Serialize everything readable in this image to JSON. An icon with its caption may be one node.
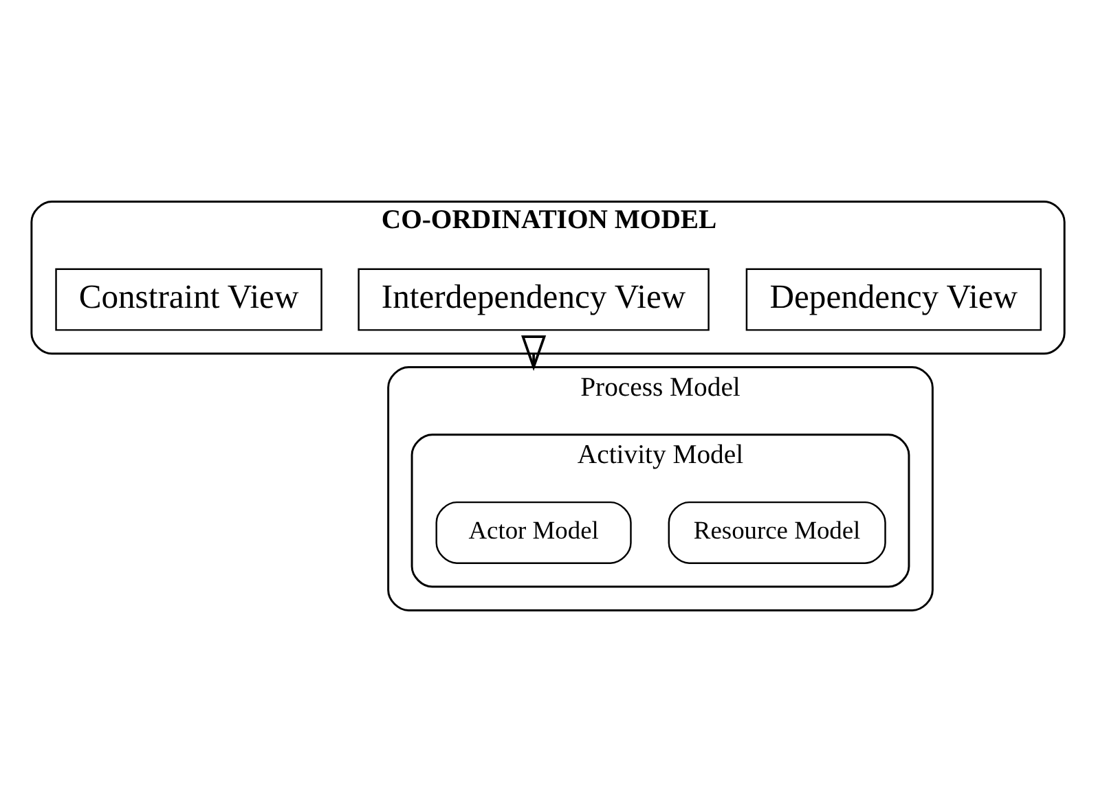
{
  "diagram": {
    "nodes": [
      {
        "text": [
          "CO-ORDINATION MODEL"
        ]
      },
      {
        "text": [
          "Dependency View"
        ],
        "in": 0
      },
      {
        "text": [
          "Interdependency View"
        ],
        "in": 0
      },
      {
        "text": [
          "Constraint View"
        ],
        "in": 0
      },
      {
        "text": [
          "Process Model"
        ]
      },
      {
        "text": [
          "Activity Model"
        ],
        "in": 4
      },
      {
        "text": [
          "Resource Model"
        ],
        "in": 5
      },
      {
        "text": [
          "Actor Model"
        ],
        "in": 5
      }
    ],
    "edges": [
      {
        "from": 0,
        "to": 4,
        "arrow": "to"
      }
    ]
  }
}
